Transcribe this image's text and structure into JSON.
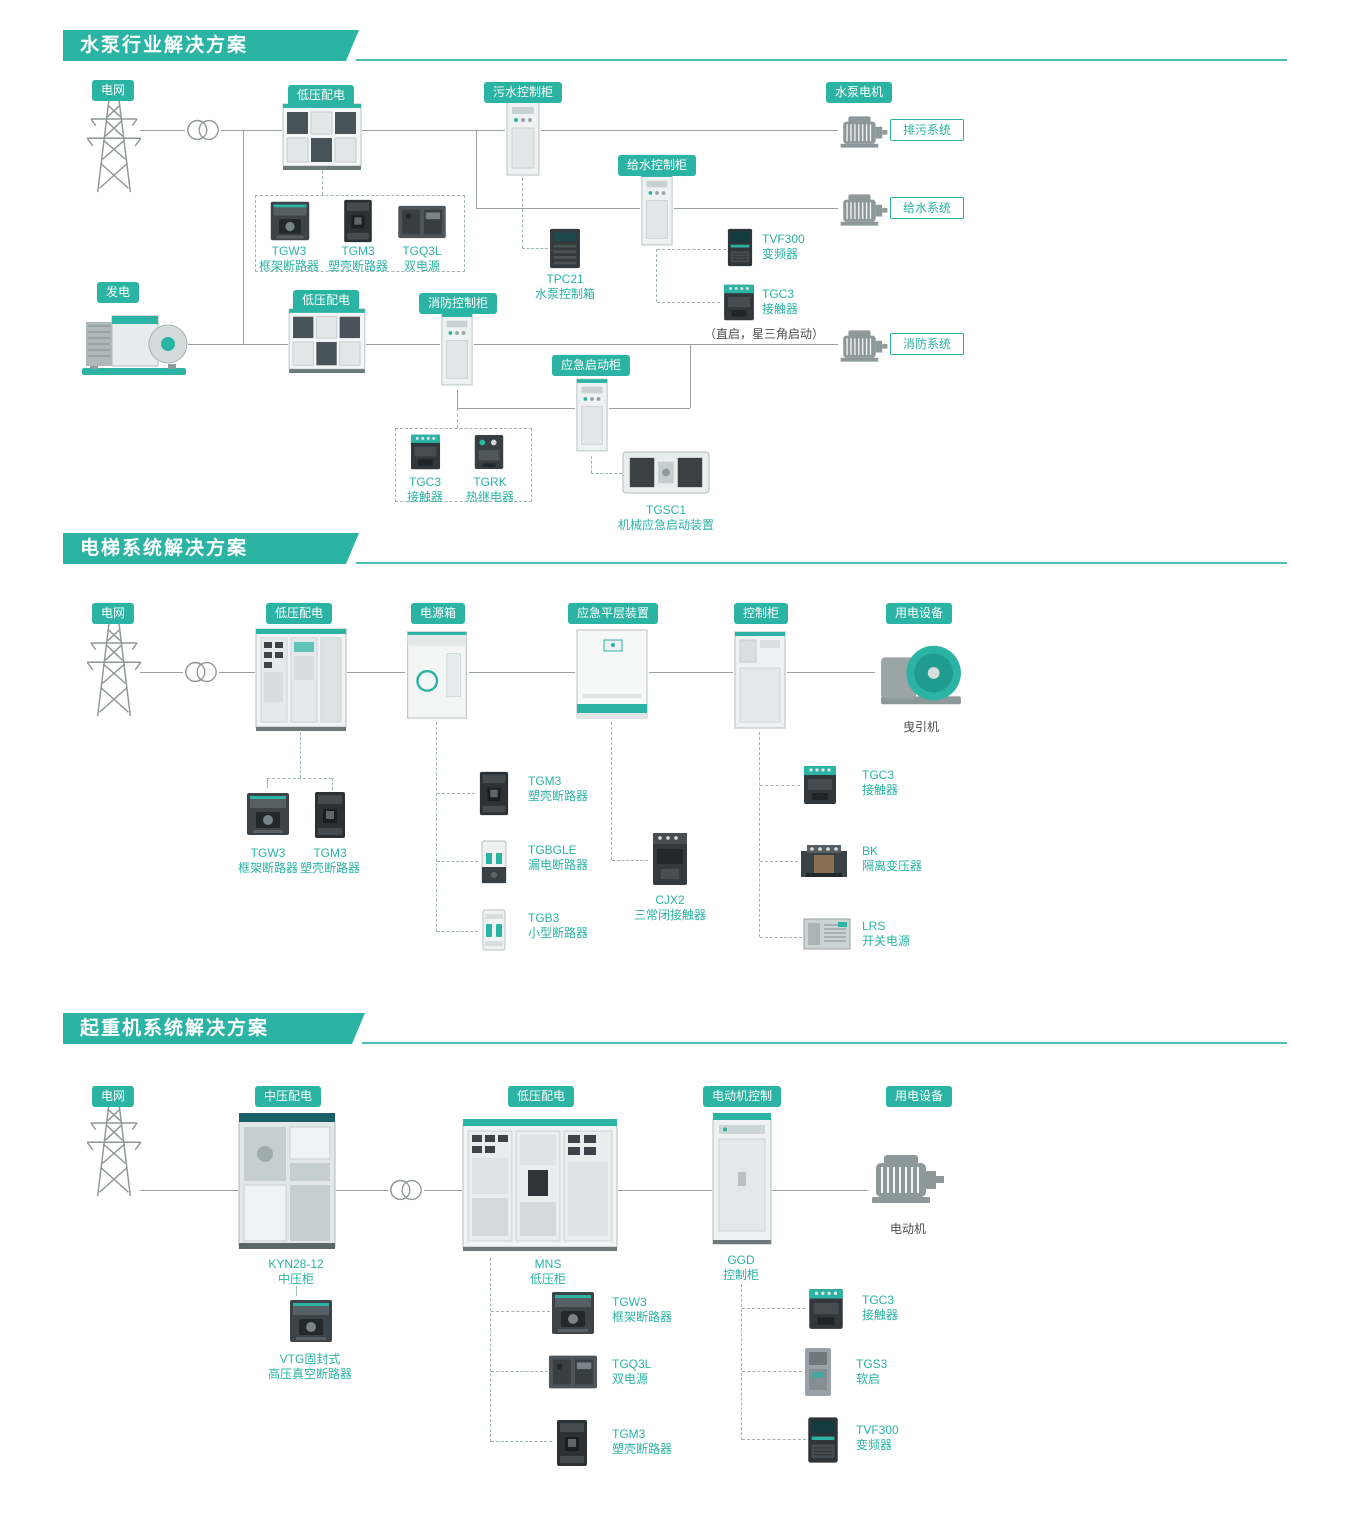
{
  "colors": {
    "accent": "#2bb3a3",
    "line": "#9aa0a0",
    "dash": "#9fb3af",
    "text": "#4d4d4d"
  },
  "sections": {
    "pump": {
      "title": "水泵行业解决方案",
      "badges": {
        "grid": "电网",
        "lv1": "低压配电",
        "sewage": "污水控制柜",
        "supply": "给水控制柜",
        "pump_motor": "水泵电机",
        "gen": "发电",
        "lv2": "低压配电",
        "fire": "消防控制柜",
        "emergency": "应急启动柜"
      },
      "systems": {
        "drain": "排污系统",
        "water": "给水系统",
        "fire": "消防系统"
      },
      "products": {
        "tgw3": {
          "name": "TGW3",
          "desc": "框架断路器"
        },
        "tgm3": {
          "name": "TGM3",
          "desc": "塑壳断路器"
        },
        "tgq3l": {
          "name": "TGQ3L",
          "desc": "双电源"
        },
        "tpc21": {
          "name": "TPC21",
          "desc": "水泵控制箱"
        },
        "tvf300": {
          "name": "TVF300",
          "desc": "变频器"
        },
        "tgc3a": {
          "name": "TGC3",
          "desc": "接触器"
        },
        "tgc3b": {
          "name": "TGC3",
          "desc": "接触器"
        },
        "tgrk": {
          "name": "TGRK",
          "desc": "热继电器"
        },
        "tgsc1": {
          "name": "TGSC1",
          "desc": "机械应急启动装置"
        }
      },
      "note": "（直启，星三角启动）"
    },
    "elevator": {
      "title": "电梯系统解决方案",
      "badges": {
        "grid": "电网",
        "lv": "低压配电",
        "power_box": "电源箱",
        "leveling": "应急平层装置",
        "control": "控制柜",
        "load": "用电设备"
      },
      "labels": {
        "traction": "曳引机"
      },
      "products": {
        "tgw3": {
          "name": "TGW3",
          "desc": "框架断路器"
        },
        "tgm3a": {
          "name": "TGM3",
          "desc": "塑壳断路器"
        },
        "tgm3b": {
          "name": "TGM3",
          "desc": "塑壳断路器"
        },
        "tgbgle": {
          "name": "TGBGLE",
          "desc": "漏电断路器"
        },
        "tgb3": {
          "name": "TGB3",
          "desc": "小型断路器"
        },
        "cjx2": {
          "name": "CJX2",
          "desc": "三常闭接触器"
        },
        "tgc3": {
          "name": "TGC3",
          "desc": "接触器"
        },
        "bk": {
          "name": "BK",
          "desc": "隔离变压器"
        },
        "lrs": {
          "name": "LRS",
          "desc": "开关电源"
        }
      }
    },
    "crane": {
      "title": "起重机系统解决方案",
      "badges": {
        "grid": "电网",
        "mv": "中压配电",
        "lv": "低压配电",
        "motor_ctrl": "电动机控制",
        "load": "用电设备"
      },
      "labels": {
        "kyn": {
          "name": "KYN28-12",
          "desc": "中压柜"
        },
        "mns": {
          "name": "MNS",
          "desc": "低压柜"
        },
        "ggd": {
          "name": "GGD",
          "desc": "控制柜"
        },
        "motor": "电动机"
      },
      "products": {
        "vtg": {
          "name": "VTG固封式",
          "desc": "高压真空断路器"
        },
        "tgw3": {
          "name": "TGW3",
          "desc": "框架断路器"
        },
        "tgq3l": {
          "name": "TGQ3L",
          "desc": "双电源"
        },
        "tgm3": {
          "name": "TGM3",
          "desc": "塑壳断路器"
        },
        "tgc3": {
          "name": "TGC3",
          "desc": "接触器"
        },
        "tgs3": {
          "name": "TGS3",
          "desc": "软启"
        },
        "tvf300": {
          "name": "TVF300",
          "desc": "变频器"
        }
      }
    }
  }
}
